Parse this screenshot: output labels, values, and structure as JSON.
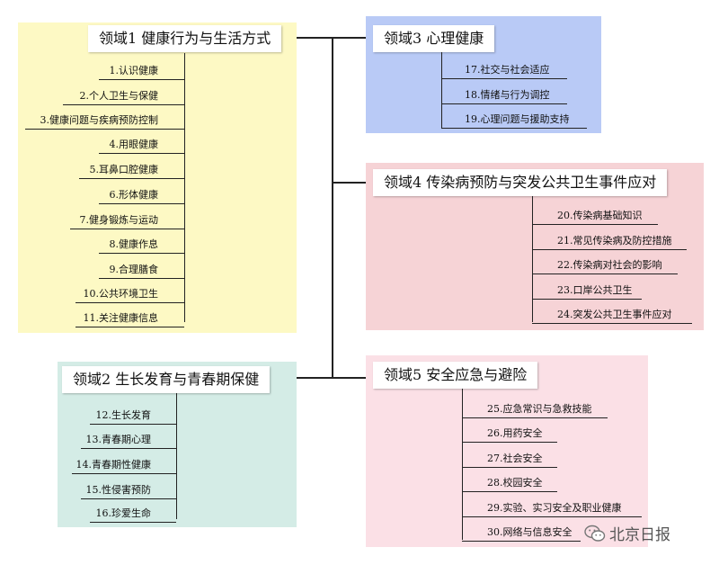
{
  "colors": {
    "domain1": "#fdf9c4",
    "domain2": "#d4ece6",
    "domain3": "#b9caf6",
    "domain4": "#f6d3d6",
    "domain5": "#fbe0e6",
    "line": "#222222"
  },
  "domains": [
    {
      "title": "领域1 健康行为与生活方式",
      "items": [
        "1.认识健康",
        "2.个人卫生与保健",
        "3.健康问题与疾病预防控制",
        "4.用眼健康",
        "5.耳鼻口腔健康",
        "6.形体健康",
        "7.健身锻炼与运动",
        "8.健康作息",
        "9.合理膳食",
        "10.公共环境卫生",
        "11.关注健康信息"
      ]
    },
    {
      "title": "领域2 生长发育与青春期保健",
      "items": [
        "12.生长发育",
        "13.青春期心理",
        "14.青春期性健康",
        "15.性侵害预防",
        "16.珍爱生命"
      ]
    },
    {
      "title": "领域3 心理健康",
      "items": [
        "17.社交与社会适应",
        "18.情绪与行为调控",
        "19.心理问题与援助支持"
      ]
    },
    {
      "title": "领域4 传染病预防与突发公共卫生事件应对",
      "items": [
        "20.传染病基础知识",
        "21.常见传染病及防控措施",
        "22.传染病对社会的影响",
        "23.口岸公共卫生",
        "24.突发公共卫生事件应对"
      ]
    },
    {
      "title": "领域5 安全应急与避险",
      "items": [
        "25.应急常识与急救技能",
        "26.用药安全",
        "27.社会安全",
        "28.校园安全",
        "29.实验、实习安全及职业健康",
        "30.网络与信息安全"
      ]
    }
  ],
  "watermark": {
    "icon": "wechat-icon",
    "text": "北京日报"
  }
}
